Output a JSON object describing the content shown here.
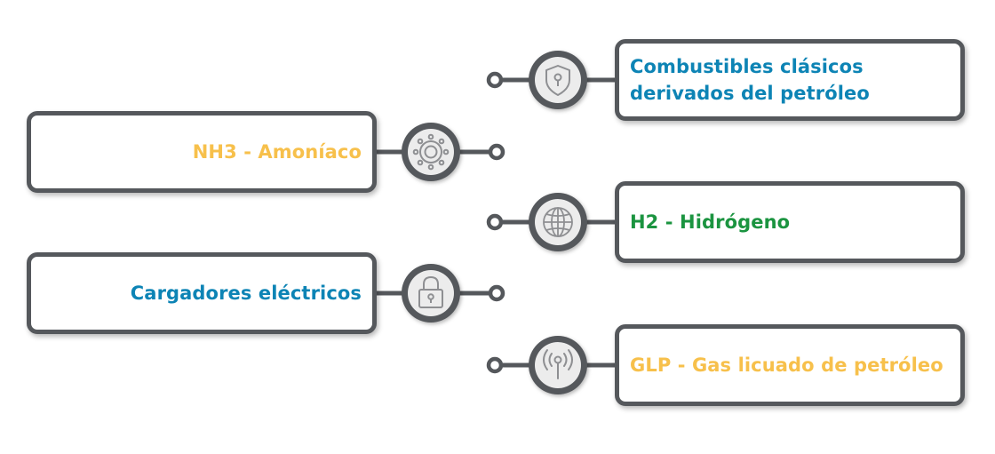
{
  "colors": {
    "frame": "#55585c",
    "icon_fill": "#ececec",
    "icon_stroke": "#8e8f92",
    "blue": "#0d84b5",
    "yellow": "#f7c04b",
    "green": "#1b9440"
  },
  "items": [
    {
      "label": "Combustibles clásicos derivados del petróleo",
      "color": "#0d84b5",
      "icon": "shield-keyhole-icon"
    },
    {
      "label": "NH3 - Amoníaco",
      "color": "#f7c04b",
      "icon": "gear-icon"
    },
    {
      "label": "H2 - Hidrógeno",
      "color": "#1b9440",
      "icon": "globe-icon"
    },
    {
      "label": "Cargadores eléctricos",
      "color": "#0d84b5",
      "icon": "padlock-icon"
    },
    {
      "label": "GLP - Gas licuado de petróleo",
      "color": "#f7c04b",
      "icon": "antenna-signal-icon"
    }
  ]
}
